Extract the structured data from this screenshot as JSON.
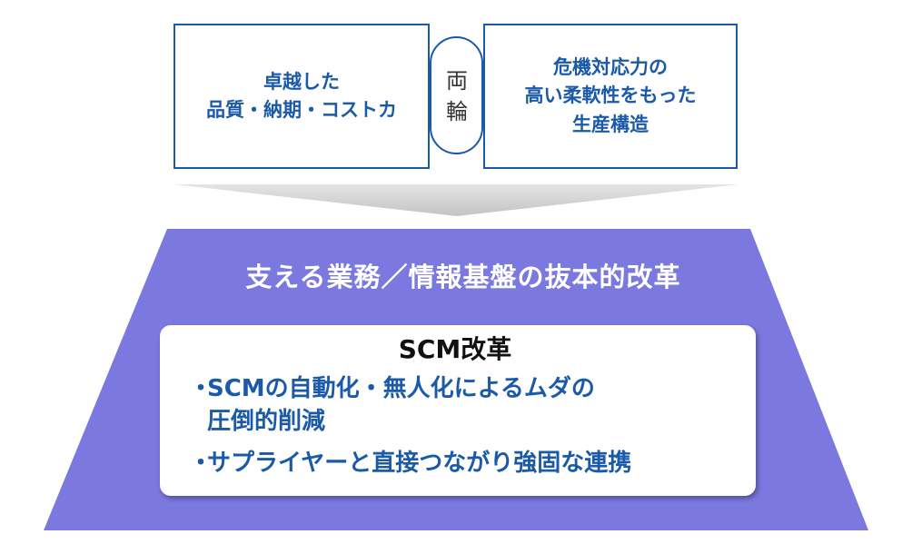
{
  "top_left_box": {
    "lines": [
      "卓越した",
      "品質・納期・コストカ"
    ]
  },
  "connector": {
    "char_1": "両",
    "char_2": "輪"
  },
  "top_right_box": {
    "lines": [
      "危機対応力の",
      "高い柔軟性をもった",
      "生産構造"
    ]
  },
  "foundation": {
    "title": "支える業務／情報基盤の抜本的改革"
  },
  "panel": {
    "title": "SCM改革",
    "bullet_symbol": "・",
    "bullets": [
      {
        "lines": [
          "SCMの自動化・無人化によるムダの",
          "圧倒的削減"
        ]
      },
      {
        "lines": [
          "サプライヤーと直接つながり強固な連携"
        ]
      }
    ]
  },
  "colors": {
    "primary_blue": "#1a5aa8",
    "trapezoid": "#7b79e0",
    "arrow_gray": "#d0d0d0"
  }
}
